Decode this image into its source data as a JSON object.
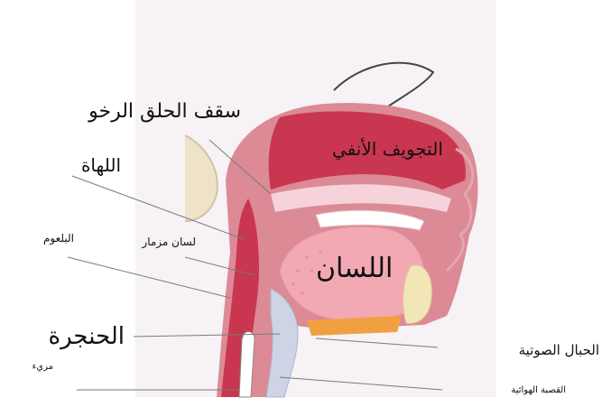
{
  "labels": {
    "soft_palate": "سقف الحلق الرخو",
    "uvula": "اللهاة",
    "pharynx": "البلعوم",
    "epiglottis": "لسان مزمار",
    "larynx": "الحنجرة",
    "esophagus": "مريء",
    "vocal_cords": "الحبال الصوتية",
    "trachea": "القصبة الهوائية",
    "nasal_cavity": "التجويف الأنفي",
    "tongue": "اللسان"
  },
  "colors": {
    "background_panel": "#f6f2f6",
    "tissue_outer": "#dc8a96",
    "tissue_inner": "#c9364f",
    "airway": "#f6d3da",
    "teeth": "#ffffff",
    "tongue": "#f2a9b4",
    "cartilage": "#cfd3e6",
    "jaw_fat": "#f2e6b8",
    "floor_orange": "#f0a040",
    "leader_line": "#7a7a7a"
  }
}
